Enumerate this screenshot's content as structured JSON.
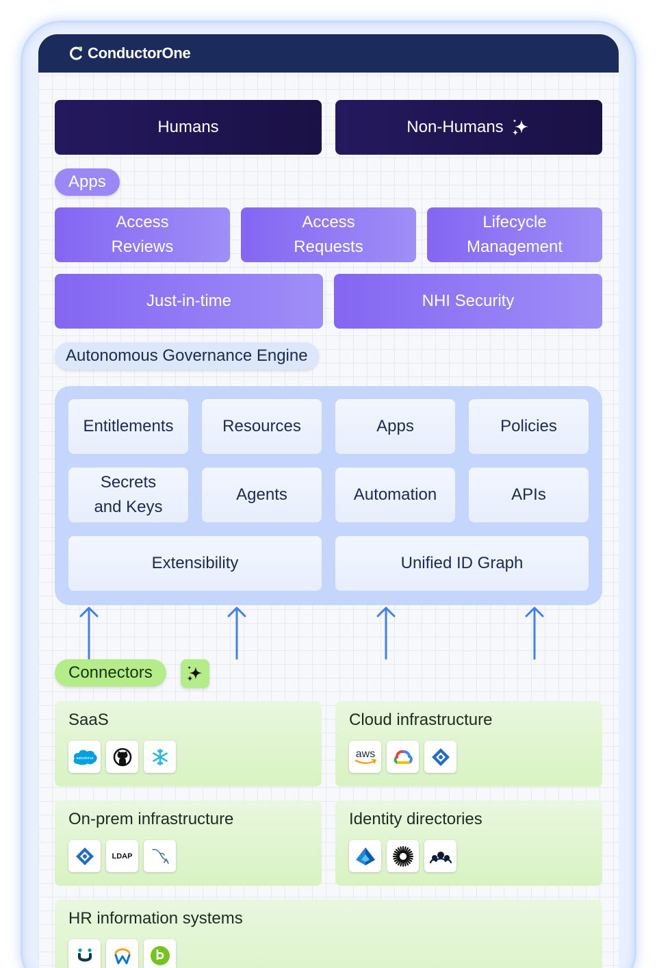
{
  "brand": {
    "name": "ConductorOne"
  },
  "top_tiles": {
    "humans": "Humans",
    "non_humans": "Non-Humans"
  },
  "apps_section": {
    "label": "Apps",
    "products": [
      "Access Reviews",
      "Access Requests",
      "Lifecycle Management",
      "Just-in-time",
      "NHI Security"
    ]
  },
  "engine_section": {
    "label": "Autonomous Governance Engine",
    "items": [
      "Entitlements",
      "Resources",
      "Apps",
      "Policies",
      "Secrets and Keys",
      "Agents",
      "Automation",
      "APIs",
      "Extensibility",
      "Unified ID Graph"
    ]
  },
  "connectors_section": {
    "label": "Connectors",
    "groups": [
      {
        "title": "SaaS",
        "icons": [
          "salesforce-icon",
          "github-icon",
          "snowflake-icon"
        ],
        "icon_texts": [
          "salesforce"
        ]
      },
      {
        "title": "Cloud infrastructure",
        "icons": [
          "aws-icon",
          "google-cloud-icon",
          "azure-devops-icon"
        ],
        "icon_texts": [
          "aws"
        ]
      },
      {
        "title": "On-prem infrastructure",
        "icons": [
          "active-directory-icon",
          "ldap-icon",
          "mysql-icon"
        ],
        "icon_texts": [
          "LDAP"
        ]
      },
      {
        "title": "Identity directories",
        "icons": [
          "entra-id-icon",
          "okta-icon",
          "jumpcloud-icon"
        ]
      },
      {
        "title": "HR information systems",
        "icons": [
          "ukg-icon",
          "workday-icon",
          "bamboohr-icon"
        ]
      }
    ]
  },
  "colors": {
    "topbar": "#1a2b5c",
    "dark_tile": "#1f1550",
    "purple_tile": "#8a6ff4",
    "engine_panel": "#c4d6fb",
    "connector_green": "#b5ec8a",
    "arrow_blue": "#3f7ff2"
  }
}
